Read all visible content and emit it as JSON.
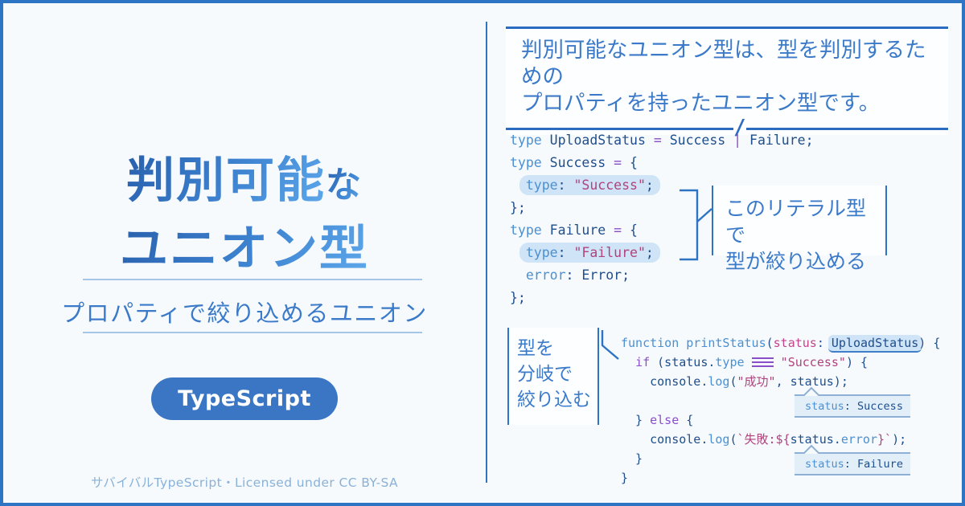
{
  "colors": {
    "frame": "#2e74c4",
    "page-bg": "#f6fafd",
    "box-bg": "#fdfeff",
    "line-blue": "#2b6cc0",
    "text-blue": "#3b7ac9",
    "badge-bg": "#3b76c4",
    "footer-col": "#8ab1d8",
    "navy": "#1f4e8c",
    "kw": "#4a90d2",
    "op": "#8a4fc8",
    "str": "#b0437c",
    "prop": "#4a90d2",
    "param": "#c2448a",
    "hl": "#cfe4f6",
    "tip-bg": "#e2eef8",
    "tip-line": "#8fb0d6"
  },
  "left": {
    "title_line1_main": "判別可能",
    "title_line1_suffix": "な",
    "title_line2": "ユニオン型",
    "subtitle": "プロパティで絞り込めるユニオン",
    "badge_label": "TypeScript",
    "footer": "サバイバルTypeScript・Licensed under CC BY-SA"
  },
  "right": {
    "summary": {
      "line1": "判別可能なユニオン型は、型を判別するための",
      "line2": "プロパティを持ったユニオン型です。",
      "divider_slash": "/"
    },
    "annotation_literal": {
      "line1": "このリテラル型で",
      "line2": "型が絞り込める"
    },
    "annotation_branch": {
      "line1": "型を",
      "line2": "分岐で",
      "line3": "絞り込む"
    },
    "code_block_1": {
      "lines": [
        [
          {
            "t": "type",
            "c": "k"
          },
          {
            "t": " UploadStatus ",
            "c": "n"
          },
          {
            "t": "=",
            "c": "o"
          },
          {
            "t": " Success ",
            "c": "n"
          },
          {
            "t": "|",
            "c": "o"
          },
          {
            "t": " Failure;",
            "c": "n"
          }
        ],
        [
          {
            "t": "type",
            "c": "k"
          },
          {
            "t": " Success ",
            "c": "n"
          },
          {
            "t": "=",
            "c": "o"
          },
          {
            "t": " {",
            "c": "n"
          }
        ],
        [
          {
            "t": "  ",
            "c": "n"
          },
          {
            "parts": [
              {
                "t": "type",
                "c": "p"
              },
              {
                "t": ": ",
                "c": "n"
              },
              {
                "t": "\"Success\"",
                "c": "s"
              },
              {
                "t": ";",
                "c": "n"
              }
            ]
          }
        ],
        [
          {
            "t": "};",
            "c": "n"
          }
        ],
        [
          {
            "t": "type",
            "c": "k"
          },
          {
            "t": " Failure ",
            "c": "n"
          },
          {
            "t": "=",
            "c": "o"
          },
          {
            "t": " {",
            "c": "n"
          }
        ],
        [
          {
            "t": "  ",
            "c": "n"
          },
          {
            "parts": [
              {
                "t": "type",
                "c": "p"
              },
              {
                "t": ": ",
                "c": "n"
              },
              {
                "t": "\"Failure\"",
                "c": "s"
              },
              {
                "t": ";",
                "c": "n"
              }
            ]
          }
        ],
        [
          {
            "t": "  ",
            "c": "n"
          },
          {
            "t": "error",
            "c": "p"
          },
          {
            "t": ": ",
            "c": "n"
          },
          {
            "t": "Error;",
            "c": "n"
          }
        ],
        [
          {
            "t": "};",
            "c": "n"
          }
        ]
      ]
    },
    "code_block_2": {
      "lines": [
        [
          {
            "t": "function",
            "c": "k"
          },
          {
            "t": " ",
            "c": "n"
          },
          {
            "t": "printStatus",
            "c": "p"
          },
          {
            "t": "(",
            "c": "n"
          },
          {
            "t": "status",
            "c": "m"
          },
          {
            "t": ": ",
            "c": "n"
          },
          {
            "t": "UploadStatus",
            "c": "n hl2"
          },
          {
            "t": ") {",
            "c": "n"
          }
        ],
        [
          {
            "t": "  ",
            "c": "n"
          },
          {
            "t": "if",
            "c": "o"
          },
          {
            "t": " (status.",
            "c": "n"
          },
          {
            "t": "type",
            "c": "p"
          },
          {
            "t": " ",
            "c": "n"
          },
          {
            "t": "",
            "c": "eq"
          },
          {
            "t": " ",
            "c": "n"
          },
          {
            "t": "\"Success\"",
            "c": "s"
          },
          {
            "t": ") {",
            "c": "n"
          }
        ],
        [
          {
            "t": "    console.",
            "c": "n"
          },
          {
            "t": "log",
            "c": "p"
          },
          {
            "t": "(",
            "c": "n"
          },
          {
            "t": "\"成功\"",
            "c": "s"
          },
          {
            "t": ", status);",
            "c": "n"
          }
        ],
        [],
        [
          {
            "t": "  } ",
            "c": "n"
          },
          {
            "t": "else",
            "c": "o"
          },
          {
            "t": " {",
            "c": "n"
          }
        ],
        [
          {
            "t": "    console.",
            "c": "n"
          },
          {
            "t": "log",
            "c": "p"
          },
          {
            "t": "(",
            "c": "n"
          },
          {
            "t": "`失敗:${",
            "c": "s"
          },
          {
            "t": "status.",
            "c": "n"
          },
          {
            "t": "error",
            "c": "p"
          },
          {
            "t": "}`",
            "c": "s"
          },
          {
            "t": ");",
            "c": "n"
          }
        ],
        [
          {
            "t": "  }",
            "c": "n"
          }
        ],
        [
          {
            "t": "}",
            "c": "n"
          }
        ]
      ]
    },
    "tooltip_success": {
      "tokens": [
        {
          "t": "status",
          "c": "p"
        },
        {
          "t": ": ",
          "c": "n"
        },
        {
          "t": "Success",
          "c": "n"
        }
      ]
    },
    "tooltip_failure": {
      "tokens": [
        {
          "t": "status",
          "c": "p"
        },
        {
          "t": ": ",
          "c": "n"
        },
        {
          "t": "Failure",
          "c": "n"
        }
      ]
    }
  }
}
